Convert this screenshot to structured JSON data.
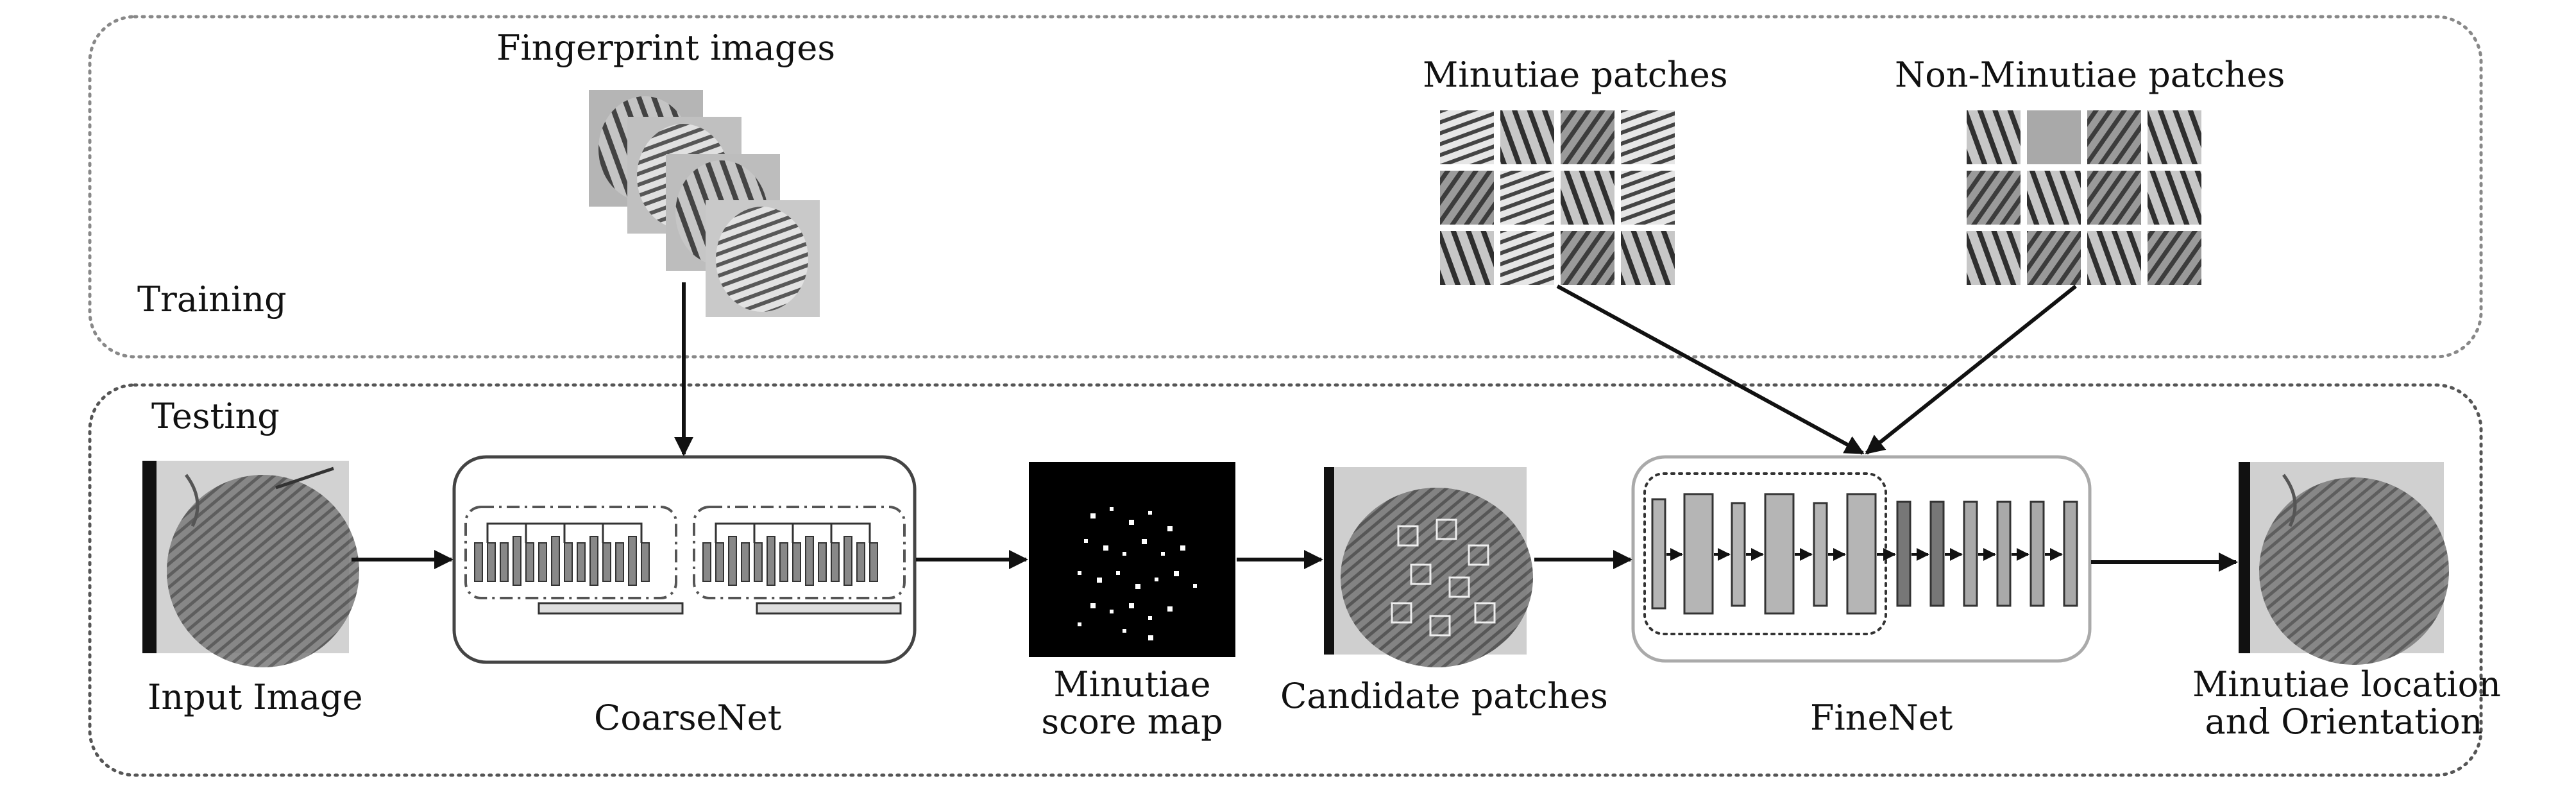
{
  "training": {
    "label": "Training",
    "fingerprint_images_label": "Fingerprint images",
    "minutiae_patches_label": "Minutiae patches",
    "non_minutiae_patches_label": "Non-Minutiae patches"
  },
  "testing": {
    "label": "Testing",
    "input_image_label": "Input Image",
    "coarsenet_label": "CoarseNet",
    "score_map_label_line1": "Minutiae",
    "score_map_label_line2": "score map",
    "candidate_patches_label": "Candidate patches",
    "finenet_label": "FineNet",
    "output_label_line1": "Minutiae location",
    "output_label_line2": "and Orientation"
  }
}
